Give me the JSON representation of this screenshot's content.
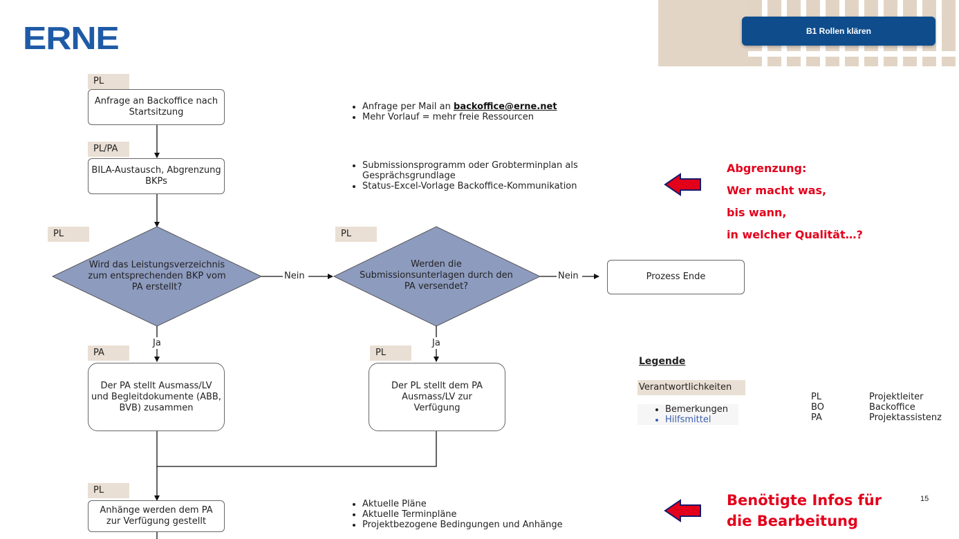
{
  "header": {
    "logo": "ERNE",
    "tag_button": "B1  Rollen klären"
  },
  "flow": {
    "step1_role": "PL",
    "step1_text": "Anfrage an Backoffice nach Startsitzung",
    "step2_role": "PL/PA",
    "step2_text": "BILA-Austausch, Abgrenzung BKPs",
    "decision1_role": "PL",
    "decision1_text": "Wird das Leistungsverzeichnis zum entsprechenden BKP vom PA erstellt?",
    "decision2_role": "PL",
    "decision2_text": "Werden die Submissionsunterlagen durch den PA versendet?",
    "no_label_1": "Nein",
    "no_label_2": "Nein",
    "yes_label_1": "Ja",
    "yes_label_2": "Ja",
    "end_text": "Prozess Ende",
    "step3_role": "PA",
    "step3_text": "Der PA stellt Ausmass/LV und Begleitdokumente (ABB, BVB) zusammen",
    "step4_role": "PL",
    "step4_text": "Der PL stellt dem PA Ausmass/LV zur Verfügung",
    "step5_role": "PL",
    "step5_text": "Anhänge werden dem PA zur Verfügung gestellt"
  },
  "notes": {
    "group1": {
      "item1_prefix": "Anfrage per Mail an ",
      "item1_link": "backoffice@erne.net",
      "item2": "Mehr Vorlauf = mehr freie Ressourcen"
    },
    "group2": [
      "Submissionsprogramm oder Grobterminplan als Gesprächsgrundlage",
      "Status-Excel-Vorlage Backoffice-Kommunikation"
    ],
    "group3": [
      "Aktuelle Pläne",
      "Aktuelle Terminpläne",
      "Projektbezogene Bedingungen und Anhänge"
    ]
  },
  "callouts": {
    "abgrenzung": [
      "Abgrenzung:",
      "Wer macht was,",
      "bis wann,",
      "in welcher Qualität…?"
    ],
    "infos": [
      "Benötigte Infos für",
      "die Bearbeitung"
    ],
    "arrow_color": "#e3001b"
  },
  "legend": {
    "title": "Legende",
    "responsibilities": "Verantwortlichkeiten",
    "remarks": "Bemerkungen",
    "tools": "Hilfsmittel",
    "abbreviations": [
      {
        "abbr": "PL",
        "meaning": "Projektleiter"
      },
      {
        "abbr": "BO",
        "meaning": "Backoffice"
      },
      {
        "abbr": "PA",
        "meaning": "Projektassistenz"
      }
    ]
  },
  "page_number": "15",
  "colors": {
    "brand_blue": "#1f5aa6",
    "button_blue": "#0e4c8c",
    "diamond_fill": "#8d9bbf",
    "role_tag_bg": "#eadfd4",
    "accent_red": "#e3001b",
    "link_blue": "#3b5fae"
  }
}
